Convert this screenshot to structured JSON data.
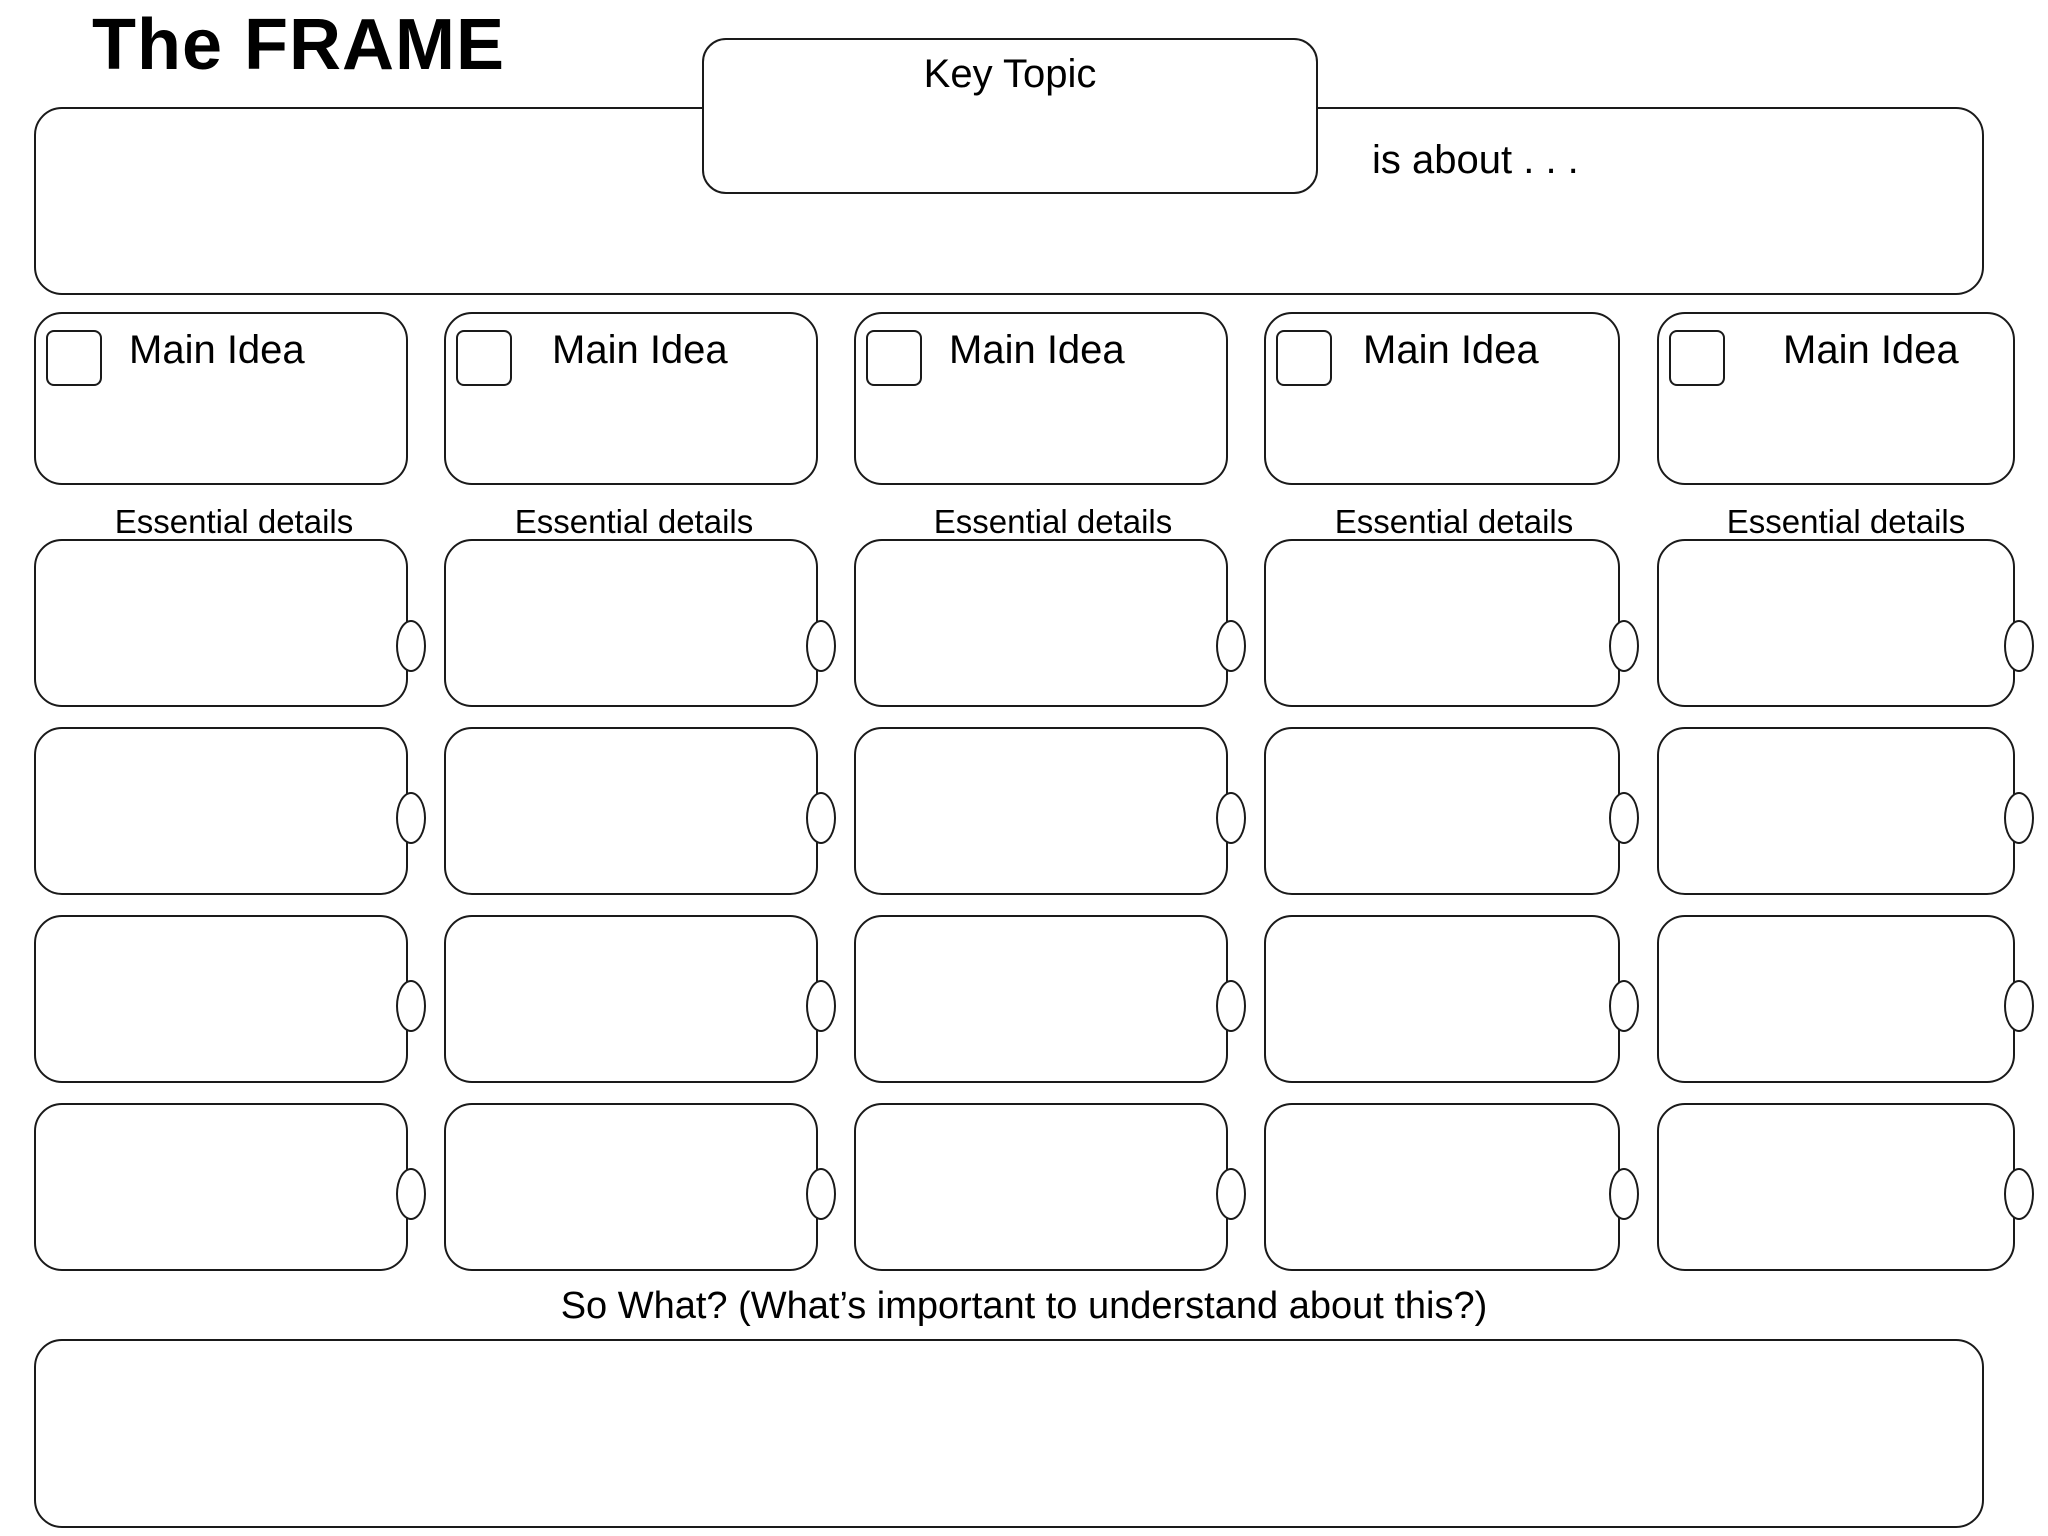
{
  "title": "The FRAME",
  "key_topic": {
    "label": "Key Topic",
    "suffix": "is about . . ."
  },
  "columns": [
    {
      "main_label": "Main Idea",
      "details_label": "Essential details"
    },
    {
      "main_label": "Main Idea",
      "details_label": "Essential details"
    },
    {
      "main_label": "Main Idea",
      "details_label": "Essential details"
    },
    {
      "main_label": "Main Idea",
      "details_label": "Essential details"
    },
    {
      "main_label": "Main Idea",
      "details_label": "Essential details"
    }
  ],
  "so_what": {
    "label": "So What? (What’s important to understand about this?)"
  }
}
